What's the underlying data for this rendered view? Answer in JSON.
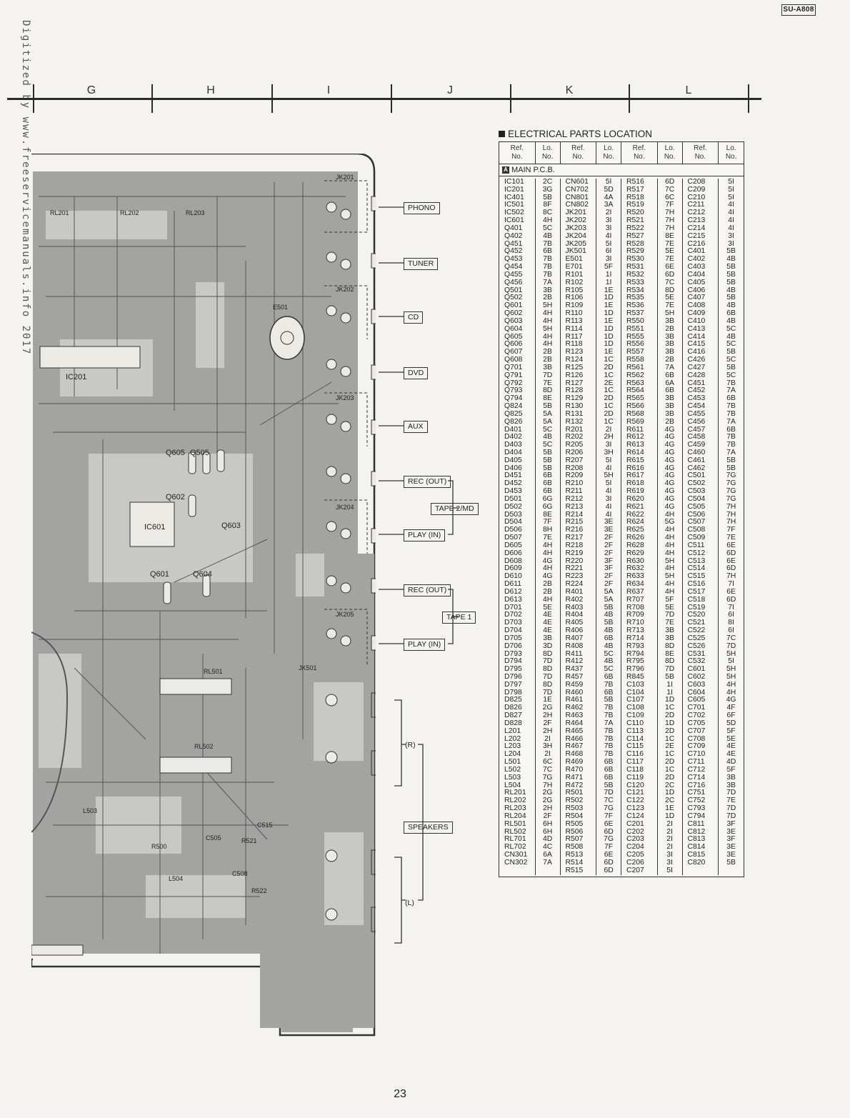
{
  "header": {
    "model_badge": "SU-A808",
    "watermark": "Digitized by www.freeservicemanuals.info 2017"
  },
  "grid_columns": [
    "G",
    "H",
    "I",
    "J",
    "K",
    "L"
  ],
  "connectors": {
    "phono": "PHONO",
    "tuner": "TUNER",
    "cd": "CD",
    "dvd": "DVD",
    "aux": "AUX",
    "rec_out_1": "REC (OUT)",
    "tape2_md": "TAPE 2/MD",
    "play_in_1": "PLAY (IN)",
    "rec_out_2": "REC (OUT)",
    "tape1": "TAPE 1",
    "play_in_2": "PLAY (IN)",
    "speakers": "SPEAKERS",
    "ch_r": "(R)",
    "ch_l": "(L)"
  },
  "pcb_labels": {
    "ic201": "IC201",
    "ic601": "IC601",
    "rl201": "RL201",
    "rl202": "RL202",
    "rl203": "RL203",
    "rl501": "RL501",
    "rl502": "RL502",
    "jk201": "JK201",
    "jk202": "JK202",
    "jk203": "JK203",
    "jk204": "JK204",
    "jk205": "JK205",
    "jk501": "JK501",
    "q605": "Q605",
    "q505": "Q505",
    "q602": "Q602",
    "q603": "Q603",
    "q601": "Q601",
    "q604": "Q604",
    "e501": "E501",
    "l503": "L503",
    "l504": "L504",
    "r500": "R500",
    "c505": "C505",
    "r521": "R521",
    "r522": "R522",
    "c508": "C508",
    "c515": "C515"
  },
  "parts_location": {
    "title": "ELECTRICAL PARTS LOCATION",
    "headers": {
      "ref": "Ref.\nNo.",
      "lo": "Lo.\nNo."
    },
    "pcb_badge": "A",
    "pcb_name": "MAIN P.C.B.",
    "columns": [
      {
        "refs": [
          "IC101",
          "IC201",
          "IC401",
          "IC501",
          "IC502",
          "IC601",
          "Q401",
          "Q402",
          "Q451",
          "Q452",
          "Q453",
          "Q454",
          "Q455",
          "Q456",
          "Q501",
          "Q502",
          "Q601",
          "Q602",
          "Q603",
          "Q604",
          "Q605",
          "Q606",
          "Q607",
          "Q608",
          "Q701",
          "Q791",
          "Q792",
          "Q793",
          "Q794",
          "Q824",
          "Q825",
          "Q826",
          "D401",
          "D402",
          "D403",
          "D404",
          "D405",
          "D406",
          "D451",
          "D452",
          "D453",
          "D501",
          "D502",
          "D503",
          "D504",
          "D506",
          "D507",
          "D605",
          "D606",
          "D608",
          "D609",
          "D610",
          "D611",
          "D612",
          "D613",
          "D701",
          "D702",
          "D703",
          "D704",
          "D705",
          "D706",
          "D793",
          "D794",
          "D795",
          "D796",
          "D797",
          "D798",
          "D825",
          "D826",
          "D827",
          "D828",
          "L201",
          "L202",
          "L203",
          "L204",
          "L501",
          "L502",
          "L503",
          "L504",
          "RL201",
          "RL202",
          "RL203",
          "RL204",
          "RL501",
          "RL502",
          "RL701",
          "RL702",
          "CN301",
          "CN302"
        ],
        "locs": [
          "2C",
          "3G",
          "5B",
          "8F",
          "8C",
          "4H",
          "5C",
          "4B",
          "7B",
          "6B",
          "7B",
          "7B",
          "7B",
          "7A",
          "3B",
          "2B",
          "5H",
          "4H",
          "4H",
          "5H",
          "4H",
          "4H",
          "2B",
          "2B",
          "3B",
          "7D",
          "7E",
          "8D",
          "8E",
          "5B",
          "5A",
          "5A",
          "5C",
          "4B",
          "5C",
          "5B",
          "5B",
          "5B",
          "6B",
          "6B",
          "6B",
          "6G",
          "6G",
          "8E",
          "7F",
          "8H",
          "7E",
          "4H",
          "4H",
          "4G",
          "4H",
          "4G",
          "2B",
          "2B",
          "4H",
          "5E",
          "4E",
          "4E",
          "4E",
          "3B",
          "3D",
          "8D",
          "7D",
          "8D",
          "7D",
          "8D",
          "7D",
          "1E",
          "2G",
          "2H",
          "2F",
          "2H",
          "2I",
          "3H",
          "2I",
          "6C",
          "7C",
          "7G",
          "7H",
          "2G",
          "2G",
          "2H",
          "2F",
          "6H",
          "6H",
          "4D",
          "4C",
          "6A",
          "7A"
        ]
      },
      {
        "refs": [
          "CN601",
          "CN702",
          "CN801",
          "CN802",
          "JK201",
          "JK202",
          "JK203",
          "JK204",
          "JK205",
          "JK501",
          "E501",
          "E701",
          "R101",
          "R102",
          "R105",
          "R106",
          "R109",
          "R110",
          "R113",
          "R114",
          "R117",
          "R118",
          "R123",
          "R124",
          "R125",
          "R126",
          "R127",
          "R128",
          "R129",
          "R130",
          "R131",
          "R132",
          "R201",
          "R202",
          "R205",
          "R206",
          "R207",
          "R208",
          "R209",
          "R210",
          "R211",
          "R212",
          "R213",
          "R214",
          "R215",
          "R216",
          "R217",
          "R218",
          "R219",
          "R220",
          "R221",
          "R223",
          "R224",
          "R401",
          "R402",
          "R403",
          "R404",
          "R405",
          "R406",
          "R407",
          "R408",
          "R411",
          "R412",
          "R437",
          "R457",
          "R459",
          "R460",
          "R461",
          "R462",
          "R463",
          "R464",
          "R465",
          "R466",
          "R467",
          "R468",
          "R469",
          "R470",
          "R471",
          "R472",
          "R501",
          "R502",
          "R503",
          "R504",
          "R505",
          "R506",
          "R507",
          "R508",
          "R513",
          "R514",
          "R515"
        ],
        "locs": [
          "5I",
          "5D",
          "4A",
          "3A",
          "2I",
          "3I",
          "3I",
          "4I",
          "5I",
          "6I",
          "3I",
          "5F",
          "1I",
          "1I",
          "1E",
          "1D",
          "1E",
          "1D",
          "1E",
          "1D",
          "1D",
          "1D",
          "1E",
          "1C",
          "2D",
          "1C",
          "2E",
          "1C",
          "2D",
          "1C",
          "2D",
          "1C",
          "2I",
          "2H",
          "3I",
          "3H",
          "5I",
          "4I",
          "5H",
          "5I",
          "4I",
          "3I",
          "4I",
          "4I",
          "3E",
          "3E",
          "2F",
          "2F",
          "2F",
          "3F",
          "3F",
          "2F",
          "2F",
          "5A",
          "5A",
          "5B",
          "4B",
          "5B",
          "4B",
          "6B",
          "4B",
          "5C",
          "4B",
          "5C",
          "6B",
          "7B",
          "6B",
          "5B",
          "7B",
          "7B",
          "7A",
          "7B",
          "7B",
          "7B",
          "7B",
          "6B",
          "6B",
          "6B",
          "5B",
          "7D",
          "7C",
          "7G",
          "7F",
          "6E",
          "6D",
          "7G",
          "7F",
          "6E",
          "6D",
          "6D"
        ]
      },
      {
        "refs": [
          "R516",
          "R517",
          "R518",
          "R519",
          "R520",
          "R521",
          "R522",
          "R527",
          "R528",
          "R529",
          "R530",
          "R531",
          "R532",
          "R533",
          "R534",
          "R535",
          "R536",
          "R537",
          "R550",
          "R551",
          "R555",
          "R556",
          "R557",
          "R558",
          "R561",
          "R562",
          "R563",
          "R564",
          "R565",
          "R566",
          "R568",
          "R569",
          "R611",
          "R612",
          "R613",
          "R614",
          "R615",
          "R616",
          "R617",
          "R618",
          "R619",
          "R620",
          "R621",
          "R622",
          "R624",
          "R625",
          "R626",
          "R628",
          "R629",
          "R630",
          "R632",
          "R633",
          "R634",
          "R637",
          "R707",
          "R708",
          "R709",
          "R710",
          "R713",
          "R714",
          "R793",
          "R794",
          "R795",
          "R796",
          "R845",
          "C103",
          "C104",
          "C107",
          "C108",
          "C109",
          "C110",
          "C113",
          "C114",
          "C115",
          "C116",
          "C117",
          "C118",
          "C119",
          "C120",
          "C121",
          "C122",
          "C123",
          "C124",
          "C201",
          "C202",
          "C203",
          "C204",
          "C205",
          "C206",
          "C207"
        ],
        "locs": [
          "6D",
          "7C",
          "6C",
          "7F",
          "7H",
          "7H",
          "7H",
          "8E",
          "7E",
          "5E",
          "7E",
          "6E",
          "6D",
          "7C",
          "8D",
          "5E",
          "7E",
          "5H",
          "3B",
          "2B",
          "3B",
          "3B",
          "3B",
          "2B",
          "7A",
          "6B",
          "6A",
          "6B",
          "3B",
          "3B",
          "3B",
          "2B",
          "4G",
          "4G",
          "4G",
          "4G",
          "4G",
          "4G",
          "4G",
          "4G",
          "4G",
          "4G",
          "4G",
          "4H",
          "5G",
          "4H",
          "4H",
          "4H",
          "4H",
          "5H",
          "4H",
          "5H",
          "4H",
          "4H",
          "5F",
          "5E",
          "7D",
          "7E",
          "3B",
          "3B",
          "8D",
          "8E",
          "8D",
          "7D",
          "5B",
          "1I",
          "1I",
          "1D",
          "1C",
          "2D",
          "1D",
          "2D",
          "1C",
          "2E",
          "1C",
          "2D",
          "1C",
          "2D",
          "2C",
          "1D",
          "2C",
          "1E",
          "1D",
          "2I",
          "2I",
          "2I",
          "2I",
          "3I",
          "3I",
          "5I"
        ]
      },
      {
        "refs": [
          "C208",
          "C209",
          "C210",
          "C211",
          "C212",
          "C213",
          "C214",
          "C215",
          "C216",
          "C401",
          "C402",
          "C403",
          "C404",
          "C405",
          "C406",
          "C407",
          "C408",
          "C409",
          "C410",
          "C413",
          "C414",
          "C415",
          "C416",
          "C426",
          "C427",
          "C428",
          "C451",
          "C452",
          "C453",
          "C454",
          "C455",
          "C456",
          "C457",
          "C458",
          "C459",
          "C460",
          "C461",
          "C462",
          "C501",
          "C502",
          "C503",
          "C504",
          "C505",
          "C506",
          "C507",
          "C508",
          "C509",
          "C511",
          "C512",
          "C513",
          "C514",
          "C515",
          "C516",
          "C517",
          "C518",
          "C519",
          "C520",
          "C521",
          "C522",
          "C525",
          "C526",
          "C531",
          "C532",
          "C601",
          "C602",
          "C603",
          "C604",
          "C605",
          "C701",
          "C702",
          "C705",
          "C707",
          "C708",
          "C709",
          "C710",
          "C711",
          "C712",
          "C714",
          "C716",
          "C751",
          "C752",
          "C793",
          "C794",
          "C811",
          "C812",
          "C813",
          "C814",
          "C815",
          "C820"
        ],
        "locs": [
          "5I",
          "5I",
          "5I",
          "4I",
          "4I",
          "4I",
          "4I",
          "3I",
          "3I",
          "5B",
          "4B",
          "5B",
          "5B",
          "5B",
          "4B",
          "5B",
          "4B",
          "6B",
          "4B",
          "5C",
          "4B",
          "5C",
          "5B",
          "5C",
          "5B",
          "5C",
          "7B",
          "7A",
          "6B",
          "7B",
          "7B",
          "7A",
          "6B",
          "7B",
          "7B",
          "7A",
          "5B",
          "5B",
          "7G",
          "7G",
          "7G",
          "7G",
          "7H",
          "7H",
          "7H",
          "7F",
          "7E",
          "6E",
          "6D",
          "6E",
          "6D",
          "7H",
          "7I",
          "6E",
          "6D",
          "7I",
          "6I",
          "8I",
          "6I",
          "7C",
          "7D",
          "5H",
          "5I",
          "5H",
          "5H",
          "4H",
          "4H",
          "4G",
          "4F",
          "6F",
          "5D",
          "5F",
          "5E",
          "4E",
          "4E",
          "4D",
          "5F",
          "3B",
          "3B",
          "7D",
          "7E",
          "7D",
          "7D",
          "3F",
          "3E",
          "3F",
          "3E",
          "3E",
          "5B"
        ]
      }
    ]
  },
  "footer": {
    "page_number": "23"
  }
}
